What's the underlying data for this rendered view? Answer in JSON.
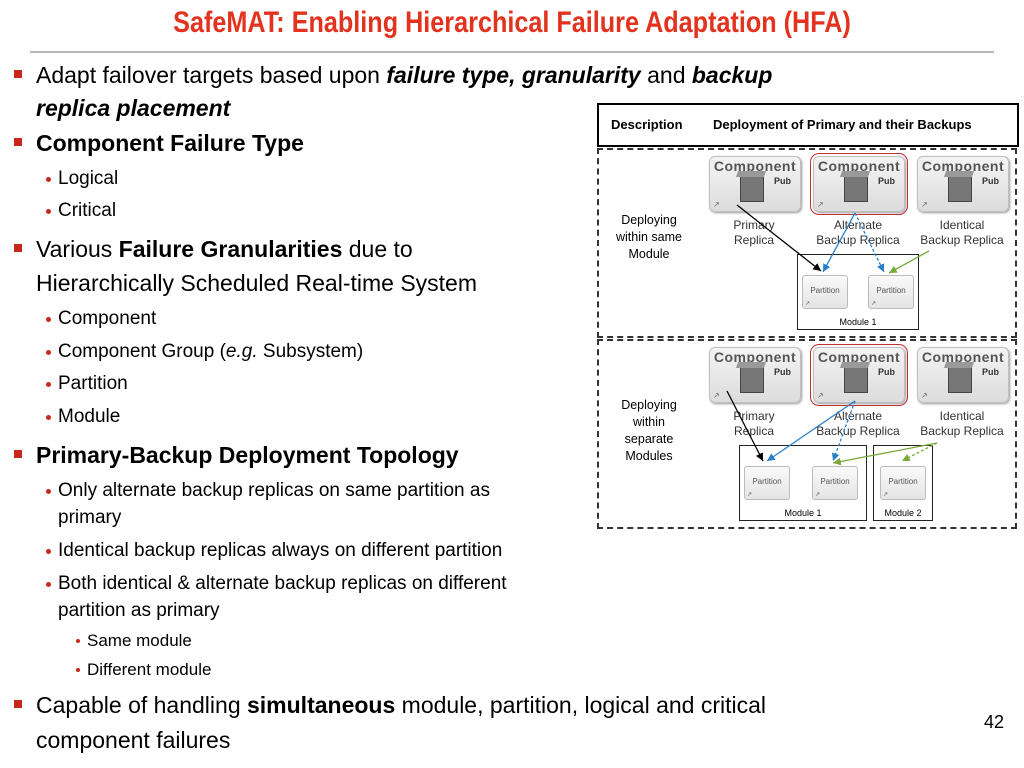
{
  "slide": {
    "title": "SafeMAT: Enabling Hierarchical Failure Adaptation (HFA)",
    "page_number": "42"
  },
  "bullets": {
    "b1": {
      "a": "Adapt failover targets based upon ",
      "b": "failure type, granularity",
      "c": " and ",
      "d": "backup",
      "e": "replica placement"
    },
    "b2": {
      "title": "Component Failure Type",
      "items": [
        "Logical",
        "Critical"
      ]
    },
    "b3": {
      "a": "Various ",
      "b": "Failure Granularities",
      "c": " due to",
      "d": "Hierarchically Scheduled Real-time System",
      "items": [
        "Component",
        "Component Group (",
        "e.g.",
        " Subsystem)",
        "Partition",
        "Module"
      ]
    },
    "b4": {
      "title": "Primary-Backup Deployment Topology",
      "items": [
        "Only alternate backup replicas on same partition as",
        "primary",
        "Identical backup replicas always on different partition",
        "Both identical & alternate backup replicas on different",
        "partition as primary"
      ],
      "sub": [
        "Same module",
        "Different module"
      ]
    },
    "b5": {
      "a": "Capable of handling ",
      "b": "simultaneous",
      "c": " module, partition, logical and critical",
      "d": "component failures"
    }
  },
  "diagram": {
    "header_description": "Description",
    "header_deployment": "Deployment of Primary and their Backups",
    "row1_label": [
      "Deploying",
      "within same",
      "Module"
    ],
    "row2_label": [
      "Deploying",
      "within",
      "separate",
      "Modules"
    ],
    "component_title": "Component",
    "pub": "Pub",
    "captions": {
      "primary": [
        "Primary",
        "Replica"
      ],
      "alternate": [
        "Alternate",
        "Backup Replica"
      ],
      "identical": [
        "Identical",
        "Backup Replica"
      ]
    },
    "partition": "Partition",
    "module1": "Module 1",
    "module2": "Module 2",
    "colors": {
      "primary_arrow": "#000000",
      "alternate_arrow": "#2a7fc9",
      "identical_arrow": "#7aa83a"
    }
  }
}
